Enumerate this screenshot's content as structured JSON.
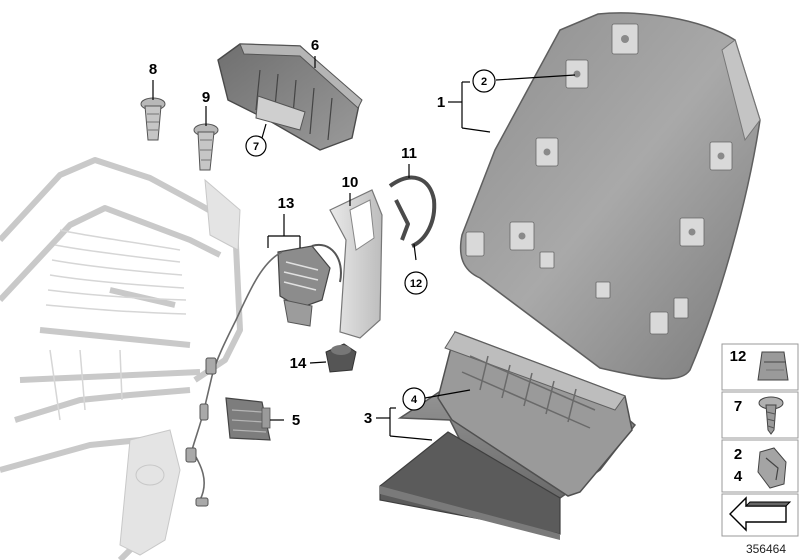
{
  "callouts": {
    "c1": "1",
    "c2": "2",
    "c3": "3",
    "c4": "4",
    "c5": "5",
    "c6": "6",
    "c7": "7",
    "c8": "8",
    "c9": "9",
    "c10": "10",
    "c11": "11",
    "c12": "12",
    "c13": "13",
    "c14": "14"
  },
  "legend": {
    "item1": "12",
    "item2": "7",
    "item3_a": "2",
    "item3_b": "4"
  },
  "reference_number": "356464"
}
